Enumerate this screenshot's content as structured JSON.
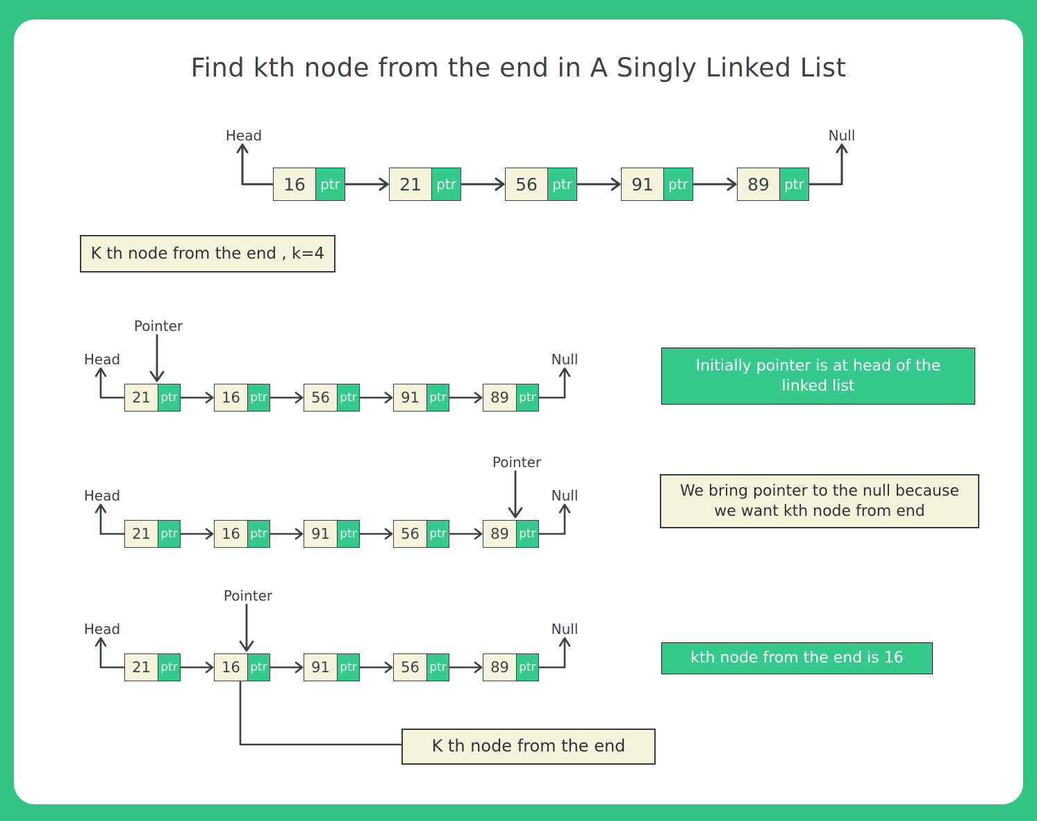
{
  "title": "Find kth node from the end in A Singly Linked List",
  "labels": {
    "head": "Head",
    "null": "Null",
    "pointer": "Pointer",
    "ptr": "ptr"
  },
  "callouts": {
    "k_value": "K th node from the end , k=4",
    "initial": "Initially pointer is at head of the linked list",
    "bring_null": "We bring pointer to the null because we want kth node from end",
    "result": "kth node from the end is 16",
    "kth_label": "K th node from the end"
  },
  "rows": [
    {
      "name": "initial-list",
      "nodes": [
        "16",
        "21",
        "56",
        "91",
        "89"
      ],
      "pointer_node": null
    },
    {
      "name": "pointer-at-head",
      "nodes": [
        "21",
        "16",
        "56",
        "91",
        "89"
      ],
      "pointer_node": 0
    },
    {
      "name": "pointer-at-null",
      "nodes": [
        "21",
        "16",
        "91",
        "56",
        "89"
      ],
      "pointer_node": 4
    },
    {
      "name": "pointer-at-kth",
      "nodes": [
        "21",
        "16",
        "91",
        "56",
        "89"
      ],
      "pointer_node": 1
    }
  ],
  "colors": {
    "frame_green": "#32c483",
    "accent_green": "#36c98c",
    "cream": "#f6f3dd",
    "line": "#3a3f44",
    "text": "#3c4347"
  }
}
